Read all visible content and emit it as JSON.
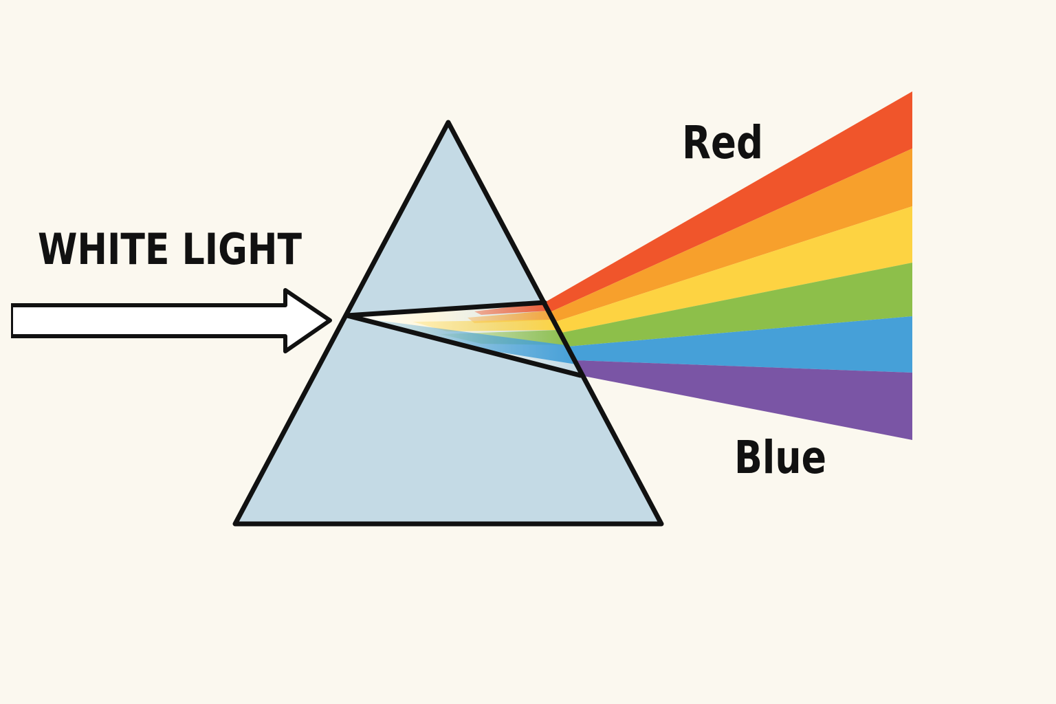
{
  "diagram": {
    "incoming_label": "WHITE LIGHT",
    "top_band_label": "Red",
    "bottom_band_label": "Blue"
  },
  "colors": {
    "background": "#fbf8ef",
    "prism_fill": "#c4dae5",
    "outline": "#111111",
    "arrow_fill": "#ffffff",
    "spectrum": [
      "#f0552b",
      "#f7a02c",
      "#fdd342",
      "#8dbf4a",
      "#46a0d8",
      "#7a55a5"
    ]
  }
}
